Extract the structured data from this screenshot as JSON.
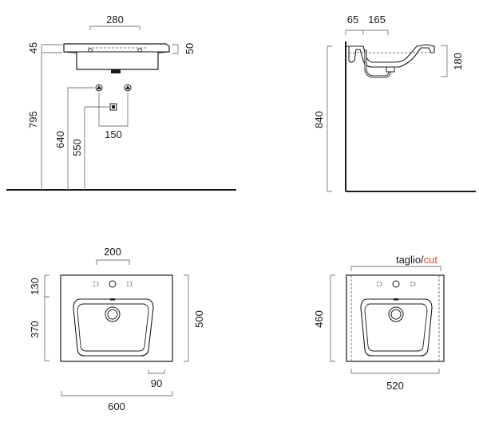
{
  "drawing": {
    "front_elevation": {
      "width_label": "280",
      "top_thickness_label": "45",
      "bowl_height_label": "50",
      "rim_height_label": "795",
      "supply_height_label": "640",
      "drain_height_label": "550",
      "supply_spacing_label": "150"
    },
    "side_elevation": {
      "wall_offset_label": "65",
      "depth_label": "165",
      "basin_height_label": "180",
      "total_height_label": "840"
    },
    "plan_view": {
      "tap_spacing_label": "200",
      "back_depth_label": "130",
      "front_depth_label": "370",
      "total_depth_label": "500",
      "bowl_offset_label": "90",
      "total_width_label": "600"
    },
    "cut_plan_view": {
      "cut_note_prefix": "taglio/",
      "cut_note_suffix": "cut",
      "cut_depth_label": "460",
      "cut_width_label": "520"
    }
  },
  "colors": {
    "line": "#1a1a1a",
    "dimension": "#777777",
    "cut_accent": "#e8452c",
    "background": "#ffffff"
  }
}
